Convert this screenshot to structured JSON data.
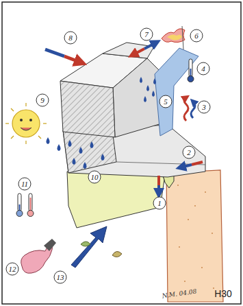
{
  "diagram": {
    "labels": [
      "1",
      "2",
      "3",
      "4",
      "5",
      "6",
      "7",
      "8",
      "9",
      "10",
      "11",
      "12",
      "13",
      "N.M. 04.08",
      "H30"
    ]
  }
}
